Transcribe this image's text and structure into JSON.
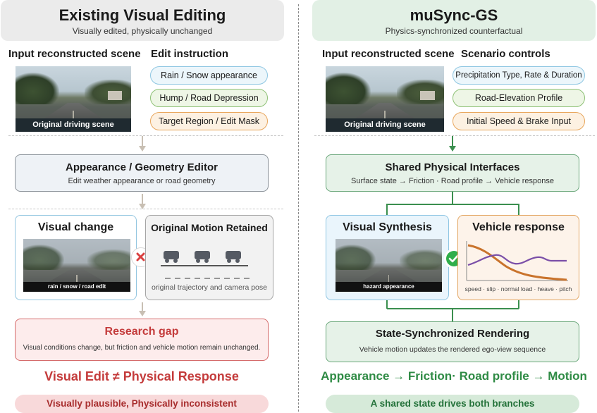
{
  "left": {
    "header_title": "Existing Visual Editing",
    "header_sub": "Visually edited, physically unchanged",
    "input_label": "Input reconstructed scene",
    "edit_label": "Edit instruction",
    "scene_caption": "Original driving scene",
    "pills": [
      "Rain / Snow appearance",
      "Hump / Road Depression",
      "Target Region / Edit Mask"
    ],
    "editor_title": "Appearance / Geometry Editor",
    "editor_sub": "Edit weather appearance or road geometry",
    "visual_change_title": "Visual change",
    "visual_change_caption": "rain / snow / road edit",
    "motion_title": "Original Motion Retained",
    "motion_caption": "original trajectory and camera pose",
    "gap_title": "Research gap",
    "gap_sub": "Visual conditions change, but friction and vehicle motion remain unchanged.",
    "statement": "Visual Edit ≠ Physical Response",
    "bottom": "Visually plausible, Physically inconsistent"
  },
  "right": {
    "header_title": "muSync-GS",
    "header_sub": "Physics-synchronized counterfactual",
    "input_label": "Input reconstructed scene",
    "controls_label": "Scenario controls",
    "scene_caption": "Original driving scene",
    "pills": [
      "Precipitation Type, Rate & Duration",
      "Road-Elevation Profile",
      "Initial Speed & Brake Input"
    ],
    "interfaces_title": "Shared Physical Interfaces",
    "interfaces_sub": "Surface state → Friction · Road profile → Vehicle response",
    "synthesis_title": "Visual Synthesis",
    "synthesis_caption": "hazard appearance",
    "response_title": "Vehicle response",
    "response_caption": "speed · slip · normal load · heave · pitch",
    "rendering_title": "State-Synchronized Rendering",
    "rendering_sub": "Vehicle motion updates the rendered ego-view sequence",
    "statement": "Appearance → Friction· Road profile → Motion",
    "bottom": "A shared state drives both branches"
  },
  "icons": {
    "cross": "red-cross-icon",
    "check": "green-check-icon",
    "vehicle": "vehicle-icon"
  },
  "colors": {
    "red": "#c43b3b",
    "green": "#2f8b45",
    "curve_orange": "#c9732c",
    "curve_purple": "#7b4fa8"
  }
}
